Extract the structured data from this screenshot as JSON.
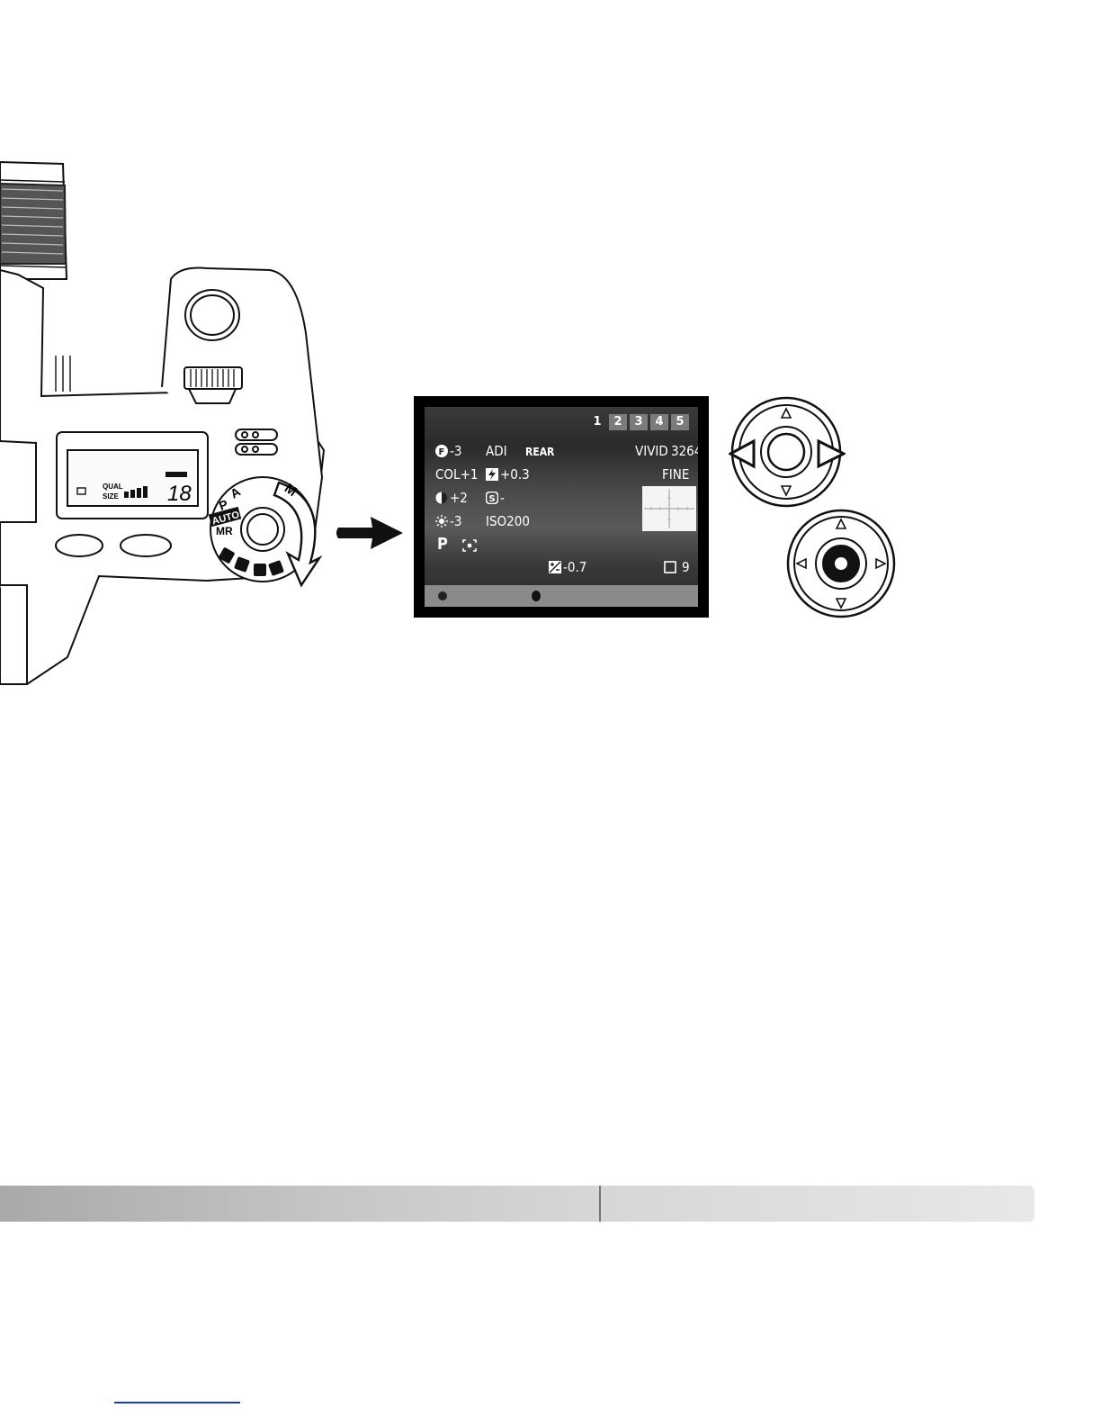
{
  "camera_lcd": {
    "qual_label": "QUAL",
    "size_label": "SIZE",
    "frames": "18"
  },
  "mode_dial": {
    "labels": [
      "A",
      "P",
      "AUTO",
      "MR",
      "M"
    ]
  },
  "monitor": {
    "tabs": [
      "1",
      "2",
      "3",
      "4",
      "5"
    ],
    "row1": {
      "filter": "-3",
      "mode": "ADI",
      "sync": "REAR",
      "color_mode": "VIVID",
      "image_size": "3264"
    },
    "row2": {
      "color_label": "COL",
      "color": "+1",
      "flash_comp": "+0.3",
      "quality": "FINE"
    },
    "row3": {
      "contrast": "+2",
      "sharpness": "-"
    },
    "row4": {
      "saturation": "-3",
      "iso": "ISO200"
    },
    "row5": {
      "exposure_mode": "P"
    },
    "row6": {
      "exposure_comp": "-0.7",
      "frames": "9"
    }
  },
  "colors": {
    "footer_left": "#b5b5b5",
    "footer_right": "#e0e0e0",
    "link_underline": "#1a3fa8"
  }
}
